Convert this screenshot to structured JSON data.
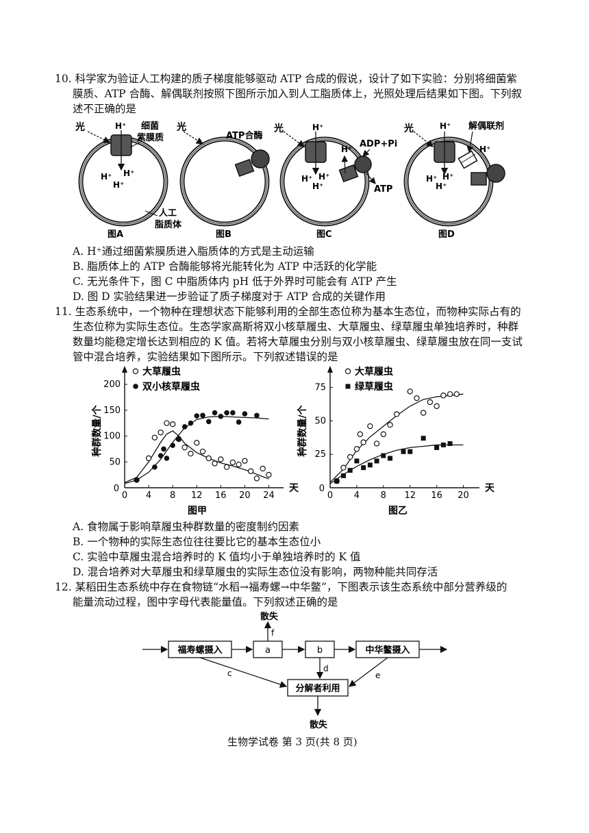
{
  "q10": {
    "lines": [
      "10. 科学家为验证人工构建的质子梯度能够驱动 ATP 合成的假说，设计了如下实验：分别将细菌紫",
      "膜质、ATP 合酶、解偶联剂按照下图所示加入到人工脂质体上，光照处理后结果如下图。下列叙",
      "述不正确的是"
    ],
    "labels": {
      "light": "光",
      "hplus": "H⁺",
      "bacteriorhodopsin_1": "细菌",
      "bacteriorhodopsin_2": "紫膜质",
      "liposome_1": "人工",
      "liposome_2": "脂质体",
      "atp_synthase": "ATP合酶",
      "adp_pi": "ADP+Pi",
      "atp": "ATP",
      "uncoupler": "解偶联剂"
    },
    "panels": [
      "图A",
      "图B",
      "图C",
      "图D"
    ],
    "options": [
      "A. H⁺通过细菌紫膜质进入脂质体的方式是主动运输",
      "B. 脂质体上的 ATP 合酶能够将光能转化为 ATP 中活跃的化学能",
      "C. 无光条件下，图 C 中脂质体内 pH 低于外界时可能会有 ATP 产生",
      "D. 图 D 实验结果进一步验证了质子梯度对于 ATP 合成的关键作用"
    ]
  },
  "q11": {
    "lines": [
      "11. 生态系统中，一个物种在理想状态下能够利用的全部生态位称为基本生态位，而物种实际占有的",
      "生态位称为实际生态位。生态学家高斯将双小核草履虫、大草履虫、绿草履虫单独培养时，种群",
      "数量均能稳定增长达到相应的 K 值。若将大草履虫分别与双小核草履虫、绿草履虫放在同一支试",
      "管中混合培养，实验结果如下图所示。下列叙述错误的是"
    ],
    "options": [
      "A. 食物属于影响草履虫种群数量的密度制约因素",
      "B. 一个物种的实际生态位往往要比它的基本生态位小",
      "C. 实验中草履虫混合培养时的 K 值均小于单独培养时的 K 值",
      "D. 混合培养对大草履虫和绿草履虫的实际生态位没有影响，两物种能共同存活"
    ]
  },
  "chart_data": [
    {
      "type": "scatter",
      "caption": "图甲",
      "ylabel": "种群数量/个",
      "xlabel": "天",
      "xlim": [
        0,
        26
      ],
      "ylim": [
        0,
        220
      ],
      "xticks": [
        0,
        4,
        8,
        12,
        16,
        20,
        24
      ],
      "yticks": [
        0,
        50,
        100,
        150,
        200
      ],
      "legend_placement": "top-left",
      "series": [
        {
          "name": "大草履虫",
          "marker": "open-circle",
          "points": [
            [
              2,
              15
            ],
            [
              4,
              57
            ],
            [
              5,
              97
            ],
            [
              6,
              107
            ],
            [
              7,
              125
            ],
            [
              8,
              123
            ],
            [
              9,
              94
            ],
            [
              10,
              78
            ],
            [
              11,
              66
            ],
            [
              12,
              87
            ],
            [
              13,
              70
            ],
            [
              14,
              57
            ],
            [
              15,
              47
            ],
            [
              16,
              55
            ],
            [
              17,
              40
            ],
            [
              18,
              49
            ],
            [
              19,
              45
            ],
            [
              20,
              52
            ],
            [
              21,
              32
            ],
            [
              22,
              18
            ],
            [
              23,
              37
            ],
            [
              24,
              25
            ]
          ],
          "curve": [
            [
              0,
              10
            ],
            [
              2,
              20
            ],
            [
              4,
              50
            ],
            [
              6,
              88
            ],
            [
              7,
              104
            ],
            [
              8,
              110
            ],
            [
              9,
              100
            ],
            [
              10,
              86
            ],
            [
              12,
              68
            ],
            [
              14,
              57
            ],
            [
              16,
              48
            ],
            [
              18,
              42
            ],
            [
              20,
              35
            ],
            [
              22,
              26
            ],
            [
              24,
              17
            ]
          ]
        },
        {
          "name": "双小核草履虫",
          "marker": "filled-circle",
          "points": [
            [
              2,
              15
            ],
            [
              5,
              40
            ],
            [
              6,
              62
            ],
            [
              6.5,
              75
            ],
            [
              7,
              57
            ],
            [
              8,
              82
            ],
            [
              9,
              95
            ],
            [
              10,
              118
            ],
            [
              11,
              125
            ],
            [
              12,
              139
            ],
            [
              13,
              140
            ],
            [
              14,
              128
            ],
            [
              15,
              145
            ],
            [
              16,
              138
            ],
            [
              17,
              145
            ],
            [
              18,
              145
            ],
            [
              19,
              127
            ],
            [
              20,
              143
            ],
            [
              22,
              140
            ]
          ],
          "curve": [
            [
              0,
              8
            ],
            [
              2,
              15
            ],
            [
              4,
              30
            ],
            [
              6,
              55
            ],
            [
              8,
              88
            ],
            [
              10,
              116
            ],
            [
              12,
              132
            ],
            [
              14,
              137
            ],
            [
              16,
              138
            ],
            [
              18,
              137
            ],
            [
              20,
              136
            ],
            [
              22,
              135
            ],
            [
              24,
              133
            ]
          ]
        }
      ]
    },
    {
      "type": "scatter",
      "caption": "图乙",
      "ylabel": "种群数量/个",
      "xlabel": "天",
      "xlim": [
        0,
        22
      ],
      "ylim": [
        0,
        85
      ],
      "xticks": [
        0,
        4,
        8,
        12,
        16,
        20
      ],
      "yticks": [
        0,
        25,
        50,
        75
      ],
      "legend_placement": "top-left",
      "series": [
        {
          "name": "大草履虫",
          "marker": "open-circle",
          "points": [
            [
              1,
              5
            ],
            [
              2,
              15
            ],
            [
              3,
              23
            ],
            [
              4,
              29
            ],
            [
              4.5,
              40
            ],
            [
              5,
              34
            ],
            [
              6,
              46
            ],
            [
              7,
              33
            ],
            [
              8,
              40
            ],
            [
              9,
              47
            ],
            [
              10,
              55
            ],
            [
              12,
              72
            ],
            [
              13,
              67
            ],
            [
              14,
              56
            ],
            [
              15,
              64
            ],
            [
              16,
              61
            ],
            [
              17,
              69
            ],
            [
              18,
              70
            ],
            [
              19,
              70
            ]
          ],
          "curve": [
            [
              0,
              4
            ],
            [
              2,
              14
            ],
            [
              4,
              28
            ],
            [
              6,
              38
            ],
            [
              8,
              46
            ],
            [
              10,
              54
            ],
            [
              12,
              61
            ],
            [
              14,
              66
            ],
            [
              16,
              68
            ],
            [
              18,
              69
            ],
            [
              20,
              70
            ]
          ]
        },
        {
          "name": "绿草履虫",
          "marker": "filled-square",
          "points": [
            [
              1,
              5
            ],
            [
              2,
              9
            ],
            [
              3,
              13
            ],
            [
              4,
              20
            ],
            [
              5,
              15
            ],
            [
              6,
              17
            ],
            [
              7,
              20
            ],
            [
              8,
              24
            ],
            [
              9,
              22
            ],
            [
              11,
              27
            ],
            [
              12,
              27
            ],
            [
              14,
              37
            ],
            [
              16,
              30
            ],
            [
              17,
              32
            ],
            [
              18,
              33
            ]
          ],
          "curve": [
            [
              0,
              3
            ],
            [
              2,
              10
            ],
            [
              4,
              16
            ],
            [
              6,
              21
            ],
            [
              8,
              25
            ],
            [
              10,
              28
            ],
            [
              12,
              30
            ],
            [
              14,
              31
            ],
            [
              16,
              32
            ],
            [
              18,
              32
            ],
            [
              20,
              32
            ]
          ]
        }
      ]
    }
  ],
  "q12": {
    "lines": [
      "12. 某稻田生态系统中存在食物链“水稻→福寿螺→中华鳖”，下图表示该生态系统中部分营养级的",
      "能量流动过程，图中字母代表能量值。下列叙述正确的是"
    ],
    "flow": {
      "snail_intake": "福寿螺摄入",
      "a": "a",
      "b": "b",
      "turtle_intake": "中华鳖摄入",
      "decomposer": "分解者利用",
      "loss_top": "散失",
      "loss_bottom": "散失",
      "c": "c",
      "d": "d",
      "e": "e",
      "f": "f"
    }
  },
  "footer": "生物学试卷 第 3 页(共 8 页)"
}
